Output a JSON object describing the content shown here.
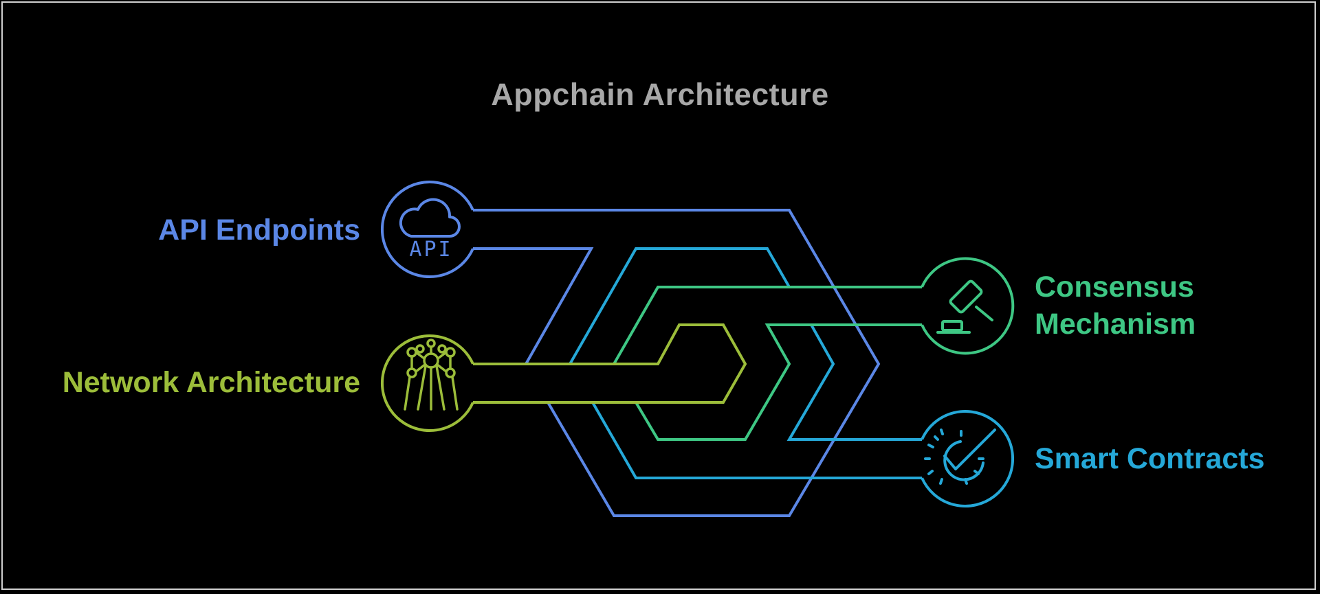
{
  "diagram": {
    "title": "Appchain Architecture",
    "components": [
      {
        "id": "api",
        "label": "API Endpoints",
        "icon": "cloud-api-icon",
        "color": "#5b87e6"
      },
      {
        "id": "network",
        "label": "Network Architecture",
        "icon": "atomium-network-icon",
        "color": "#9cbd3a"
      },
      {
        "id": "consensus",
        "label_line1": "Consensus",
        "label_line2": "Mechanism",
        "icon": "gavel-icon",
        "color": "#3ec784"
      },
      {
        "id": "smart",
        "label": "Smart Contracts",
        "icon": "gear-check-icon",
        "color": "#25a8d8"
      }
    ],
    "title_color": "#a8a8a8",
    "icon_text": "API"
  }
}
